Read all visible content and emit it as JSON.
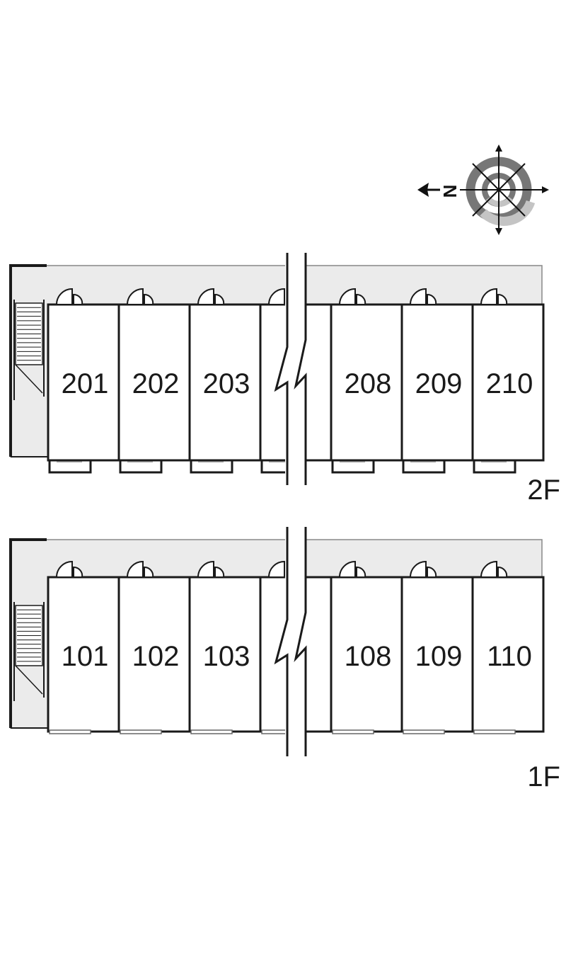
{
  "compass": {
    "north_label": "N",
    "icon": "compass-rose-icon"
  },
  "floors": [
    {
      "id": "2f",
      "label": "2F",
      "units": [
        "201",
        "202",
        "203",
        "",
        "208",
        "209",
        "210"
      ]
    },
    {
      "id": "1f",
      "label": "1F",
      "units": [
        "101",
        "102",
        "103",
        "",
        "108",
        "109",
        "110"
      ]
    }
  ],
  "colors": {
    "line": "#1a1a1a",
    "corridor": "#ebebeb",
    "compass_dark": "#777777",
    "compass_light": "#bdbdbd"
  }
}
